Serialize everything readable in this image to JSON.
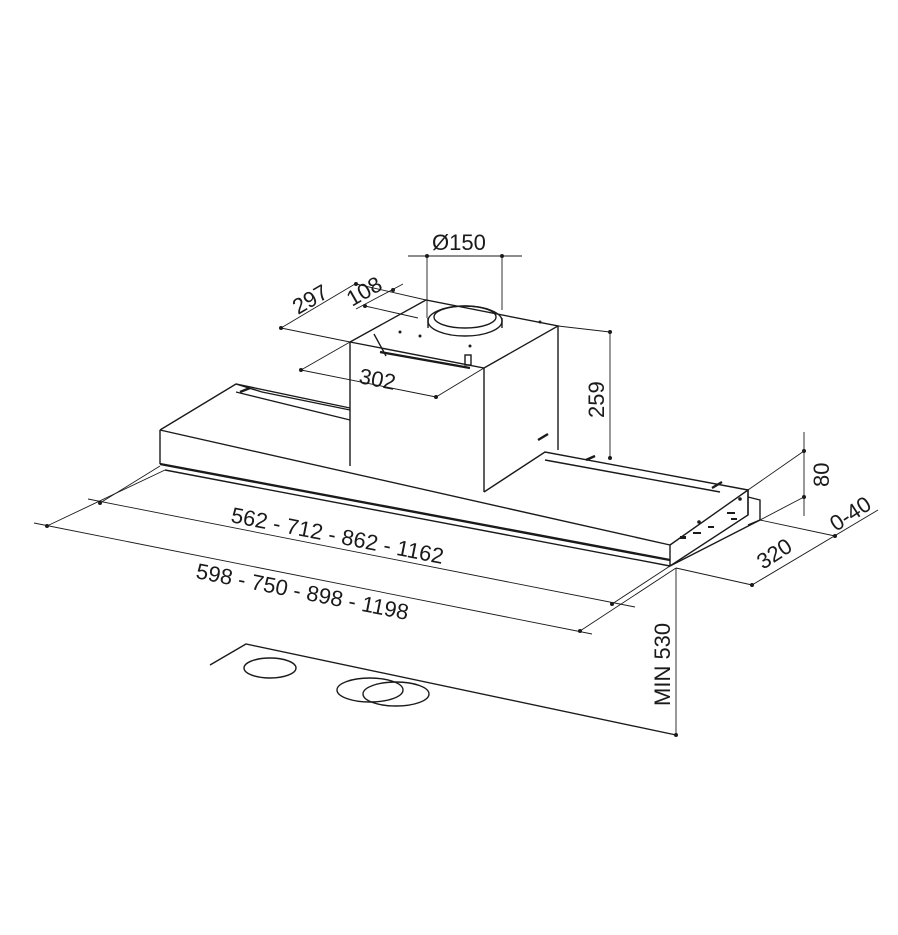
{
  "drawing": {
    "subject": "built-in range hood dimensional drawing",
    "line_color": "#1a1a1a",
    "background": "#ffffff"
  },
  "dimensions": {
    "duct_diameter": "Ø150",
    "chimney_depth": "297",
    "duct_offset": "108",
    "chimney_width": "302",
    "chimney_height": "259",
    "body_height": "80",
    "front_offset": "0-40",
    "body_depth": "320",
    "inner_width": "562 - 712 - 862 - 1162",
    "outer_width": "598 - 750 - 898 - 1198",
    "min_height": "MIN 530"
  }
}
